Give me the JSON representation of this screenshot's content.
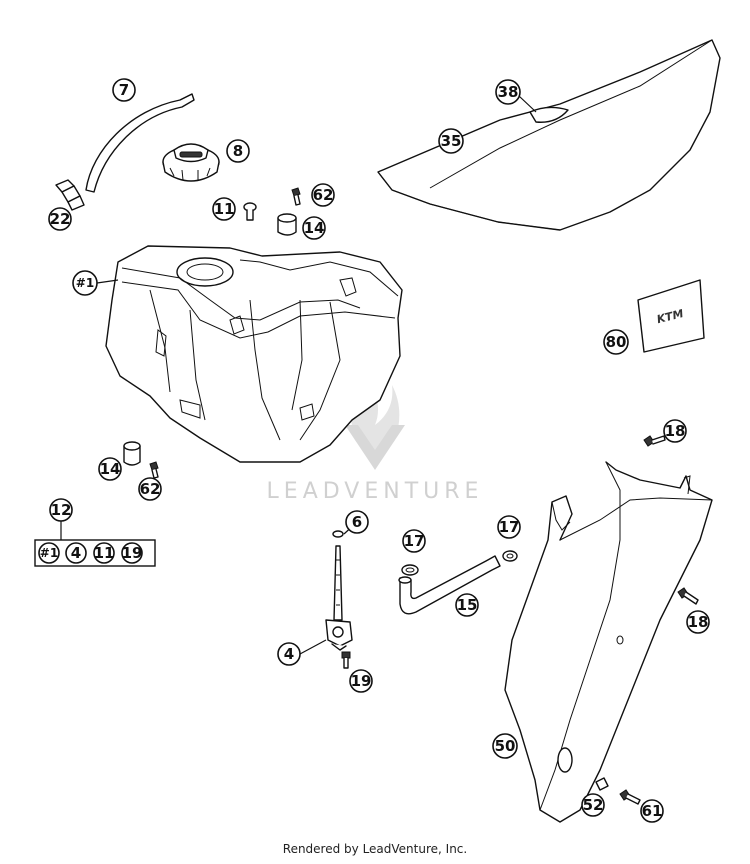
{
  "diagram": {
    "callouts": {
      "c7": "7",
      "c8": "8",
      "c22": "22",
      "c11a": "11",
      "c62a": "62",
      "c14a": "14",
      "c1": "#1",
      "c38": "38",
      "c35": "35",
      "c80": "80",
      "c14b": "14",
      "c62b": "62",
      "c12": "12",
      "c6": "6",
      "c17a": "17",
      "c17b": "17",
      "c15": "15",
      "c4": "4",
      "c19": "19",
      "c18a": "18",
      "c18b": "18",
      "c50": "50",
      "c52": "52",
      "c61": "61"
    },
    "kit_items": [
      "#1",
      "4",
      "11",
      "19"
    ],
    "badge_text": "KTM",
    "watermark": "LEADVENTURE"
  },
  "footer": {
    "credit": "Rendered by LeadVenture, Inc."
  }
}
